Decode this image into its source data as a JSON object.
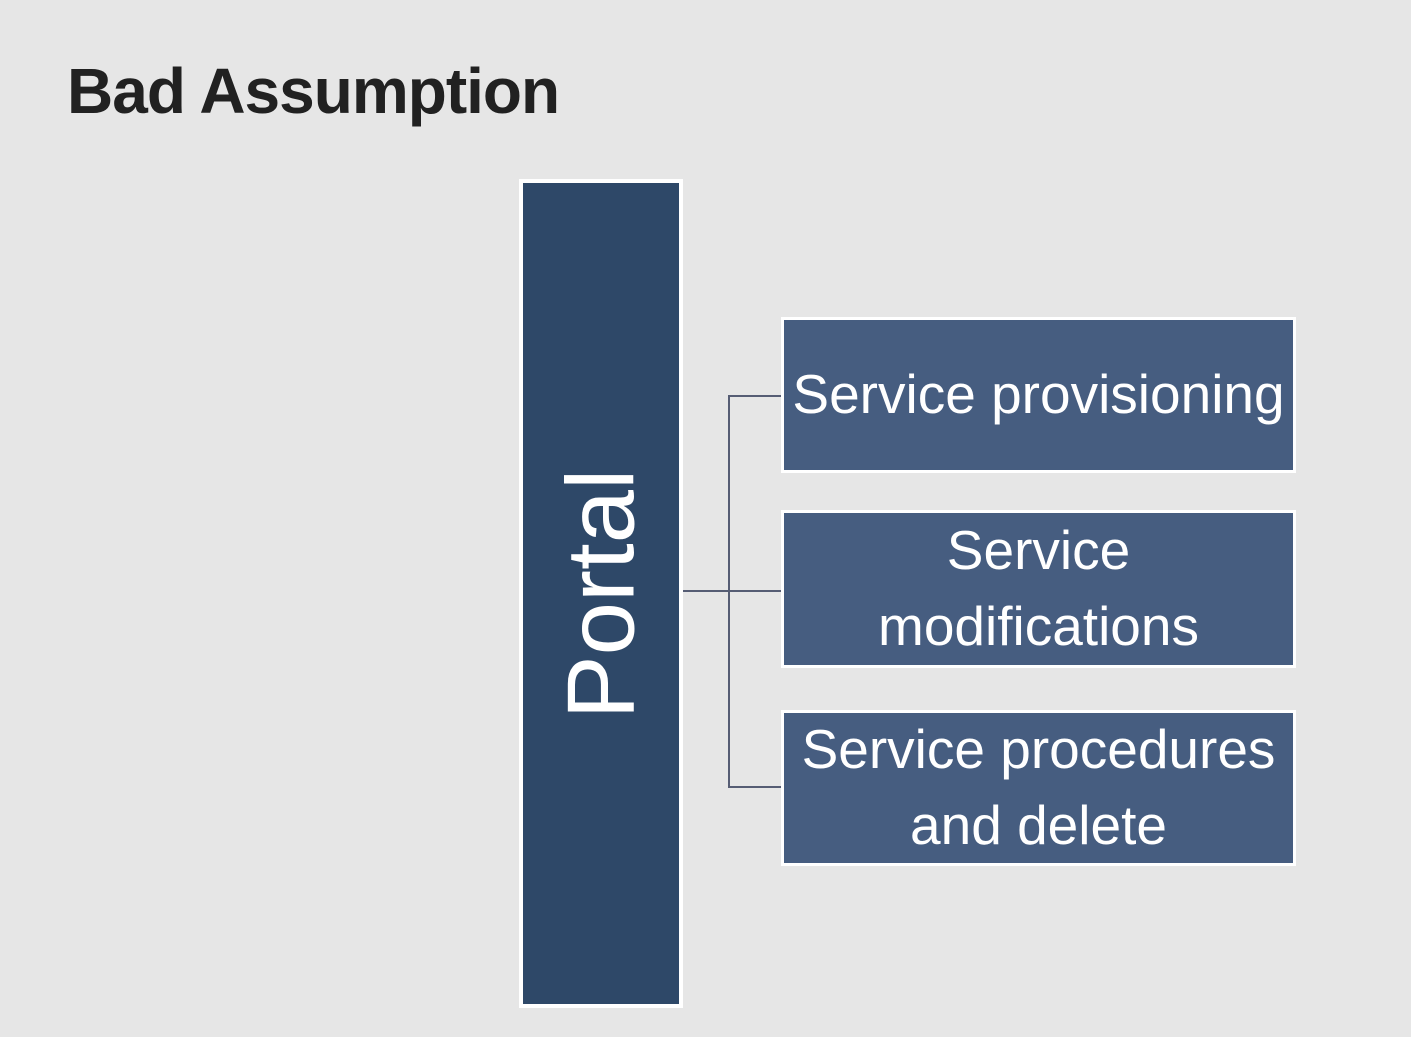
{
  "slide": {
    "title": "Bad Assumption"
  },
  "diagram": {
    "type": "horizontal-hierarchy",
    "root": {
      "label": "Portal"
    },
    "children": [
      {
        "label": "Service provisioning"
      },
      {
        "label": "Service modifications"
      },
      {
        "label": "Service procedures and delete"
      }
    ]
  },
  "colors": {
    "background": "#e6e6e6",
    "title_text": "#212121",
    "root_fill": "#2e4868",
    "child_fill": "#465d80",
    "shape_border": "#ffffff",
    "connector": "#565d74",
    "shape_text": "#ffffff"
  }
}
